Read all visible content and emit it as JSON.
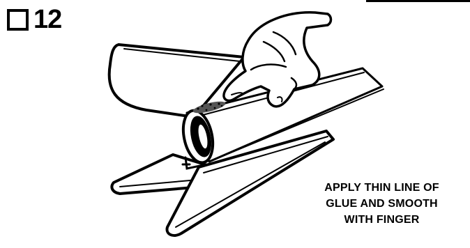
{
  "step": {
    "number": "12",
    "checkbox_icon": "empty-checkbox-icon"
  },
  "illustration": {
    "icons": [
      "hand-icon",
      "rocket-body-tube-icon",
      "fin-icon",
      "launch-lug-icon",
      "glue-line-icon"
    ]
  },
  "caption": {
    "lines": [
      "APPLY THIN LINE OF",
      "GLUE AND SMOOTH",
      "WITH FINGER"
    ]
  }
}
